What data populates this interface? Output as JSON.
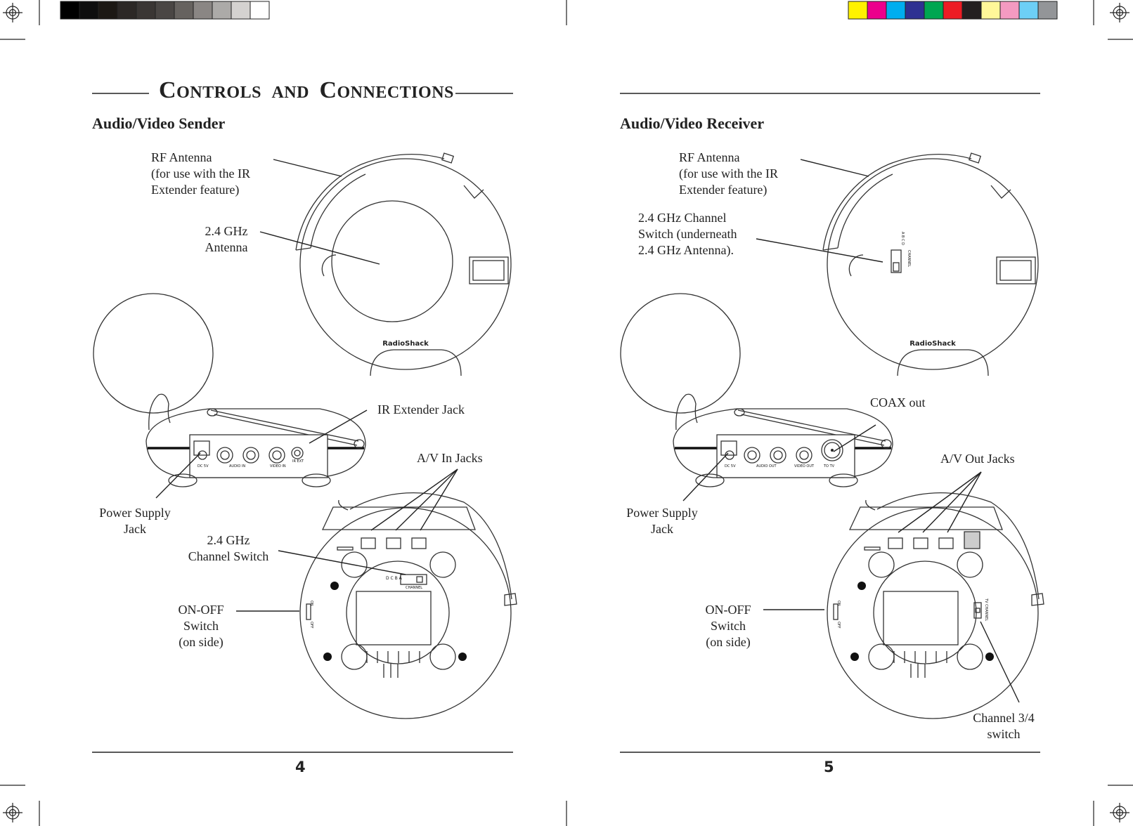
{
  "title": {
    "first_big": "C",
    "first_rest": "ONTROLS",
    "and": "AND",
    "second_big": "C",
    "second_rest": "ONNECTIONS"
  },
  "left_page": {
    "heading": "Audio/Video Sender",
    "labels": {
      "rf_antenna_1": "RF Antenna",
      "rf_antenna_2": "(for use with the IR",
      "rf_antenna_3": "Extender feature)",
      "ghz_antenna_1": "2.4 GHz",
      "ghz_antenna_2": "Antenna",
      "ir_extender_jack": "IR Extender Jack",
      "av_in_jacks": "A/V In Jacks",
      "power_supply_1": "Power Supply",
      "power_supply_2": "Jack",
      "channel_switch_1": "2.4 GHz",
      "channel_switch_2": "Channel Switch",
      "on_off_1": "ON-OFF",
      "on_off_2": "Switch",
      "on_off_3": "(on side)"
    },
    "device_text": {
      "brand": "RadioShack",
      "dc": "DC 5V",
      "audio": "AUDIO IN",
      "video": "VIDEO IN",
      "ir": "IR EXT",
      "channel": "CHANNEL",
      "channel_letters": "D C B A",
      "on": "ON",
      "off": "OFF"
    },
    "page_number": "4"
  },
  "right_page": {
    "heading": "Audio/Video Receiver",
    "labels": {
      "rf_antenna_1": "RF Antenna",
      "rf_antenna_2": "(for use with the IR",
      "rf_antenna_3": "Extender feature)",
      "channel_switch_1": "2.4 GHz Channel",
      "channel_switch_2": "Switch (underneath",
      "channel_switch_3": "2.4 GHz Antenna).",
      "coax_out": "COAX out",
      "av_out_jacks": "A/V Out Jacks",
      "power_supply_1": "Power Supply",
      "power_supply_2": "Jack",
      "on_off_1": "ON-OFF",
      "on_off_2": "Switch",
      "on_off_3": "(on side)",
      "channel34_1": "Channel 3/4",
      "channel34_2": "switch"
    },
    "device_text": {
      "brand": "RadioShack",
      "dc": "DC 5V",
      "audio": "AUDIO OUT",
      "video": "VIDEO OUT",
      "tv": "TO TV",
      "channel": "CHANNEL",
      "channel_letters": "A B C D",
      "tv_channel": "TV CHANNEL",
      "on": "ON",
      "off": "OFF"
    },
    "page_number": "5"
  },
  "color_bar": {
    "grays": [
      "#000000",
      "#0e0e0e",
      "#1c1814",
      "#2c2826",
      "#3a3634",
      "#4a4644",
      "#66625f",
      "#8a8684",
      "#acaaa8",
      "#d4d2d0",
      "#ffffff"
    ],
    "colors": [
      "#fff200",
      "#ec008c",
      "#00aeef",
      "#2e3192",
      "#00a651",
      "#ed1c24",
      "#231f20",
      "#fff799",
      "#f49ac1",
      "#6dcff6",
      "#939598"
    ]
  }
}
